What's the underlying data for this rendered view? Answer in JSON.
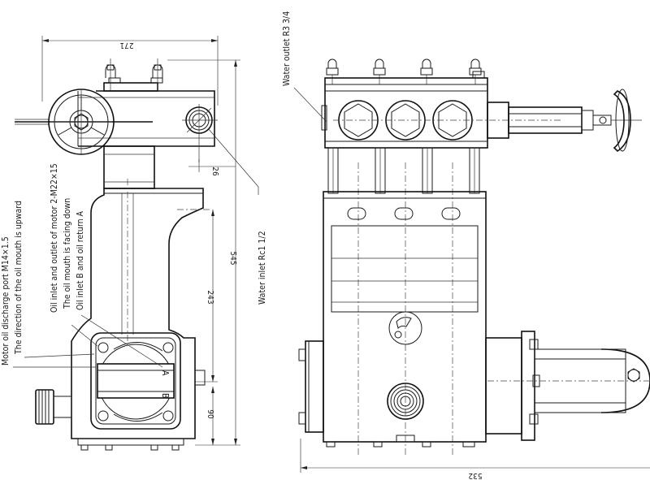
{
  "dimensions": {
    "top_width": "271",
    "inlet_offset": "26",
    "overall_height": "545",
    "rod_height": "243",
    "bottom_height": "90",
    "overall_width": "532"
  },
  "labels": {
    "water_outlet": "Water outlet R3 3/4",
    "water_inlet": "Water inlet Rc1 1/2",
    "oil_inlet_outlet": "Oil inlet and outlet of motor 2-M22×15",
    "oil_mouth_down": "The oil mouth is facing down",
    "oil_inlet_b": "Oil inlet B and oil return A",
    "motor_discharge": "Motor oil discharge port M14×1.5",
    "oil_direction": "The direction of the oil mouth is upward",
    "mark_a": "A",
    "mark_b": "B"
  }
}
